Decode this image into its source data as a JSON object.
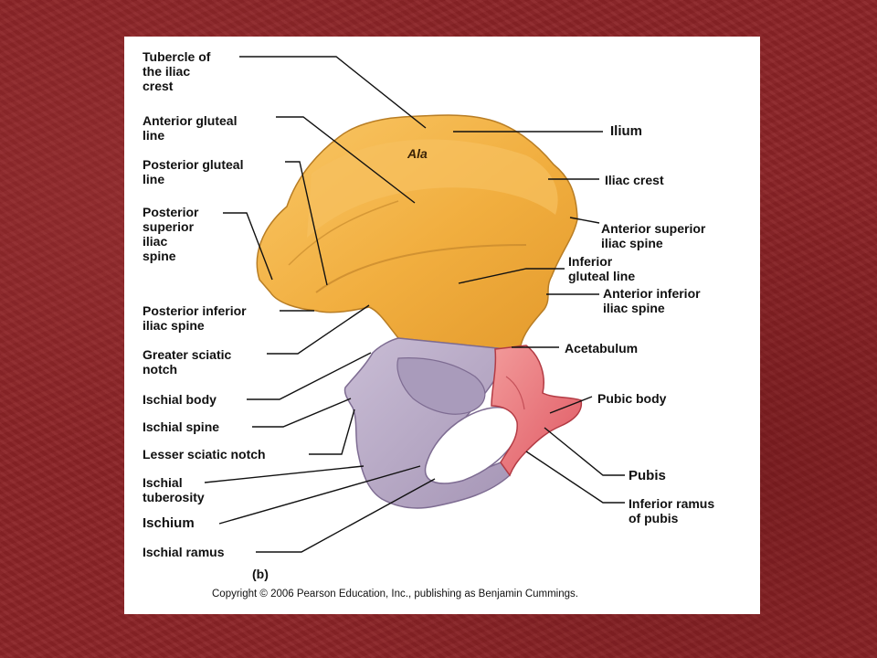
{
  "labels": {
    "tubercle": "Tubercle of\nthe iliac\ncrest",
    "anterior_gluteal": "Anterior gluteal\nline",
    "posterior_gluteal": "Posterior gluteal\nline",
    "psis": "Posterior\nsuperior\niliac\nspine",
    "piis": "Posterior inferior\niliac spine",
    "greater_sciatic": "Greater sciatic\nnotch",
    "ischial_body": "Ischial body",
    "ischial_spine": "Ischial spine",
    "lesser_sciatic": "Lesser sciatic notch",
    "ischial_tuberosity": "Ischial\ntuberosity",
    "ischium": "Ischium",
    "ischial_ramus": "Ischial ramus",
    "ilium": "Ilium",
    "iliac_crest": "Iliac crest",
    "asis": "Anterior superior\niliac spine",
    "inferior_gluteal": "Inferior\ngluteal line",
    "aiis": "Anterior inferior\niliac spine",
    "acetabulum": "Acetabulum",
    "pubic_body": "Pubic body",
    "pubis": "Pubis",
    "inferior_ramus": "Inferior ramus\nof pubis",
    "ala": "Ala",
    "figure_tag": "(b)",
    "copyright": "Copyright © 2006 Pearson Education, Inc., publishing as Benjamin Cummings."
  },
  "colors": {
    "background": "#8b2326",
    "ilium": "#f4b544",
    "ischium": "#b7a8c4",
    "pubis": "#e8757a"
  }
}
